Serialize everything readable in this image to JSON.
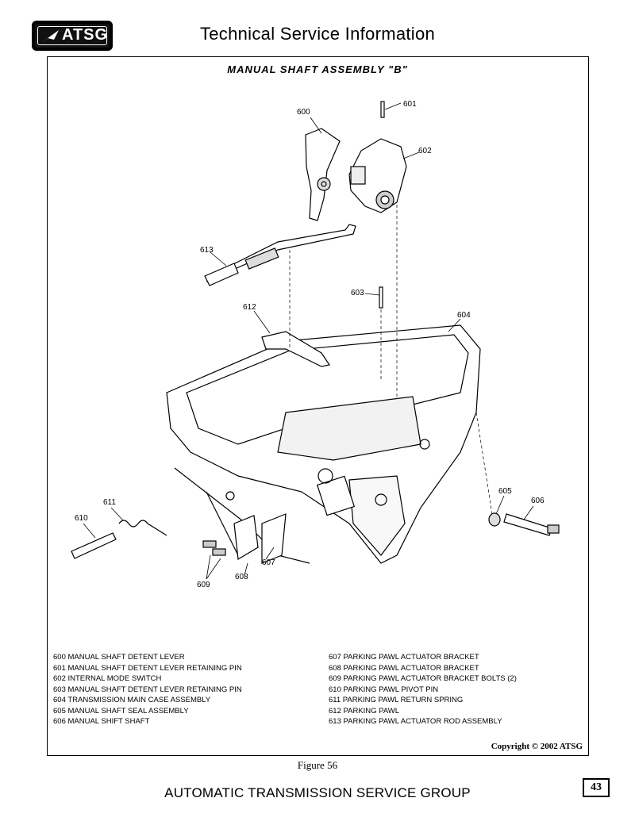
{
  "header": {
    "logo_text": "ATSG",
    "title": "Technical Service Information"
  },
  "figure": {
    "title": "MANUAL SHAFT ASSEMBLY \"B\"",
    "caption": "Figure 56",
    "callouts": [
      "600",
      "601",
      "602",
      "603",
      "604",
      "605",
      "606",
      "607",
      "608",
      "609",
      "610",
      "611",
      "612",
      "613"
    ]
  },
  "legend": {
    "left": [
      "600 MANUAL SHAFT DETENT LEVER",
      "601 MANUAL SHAFT DETENT LEVER RETAINING PIN",
      "602 INTERNAL MODE SWITCH",
      "603 MANUAL SHAFT DETENT LEVER RETAINING PIN",
      "604 TRANSMISSION MAIN CASE ASSEMBLY",
      "605 MANUAL SHAFT SEAL ASSEMBLY",
      "606 MANUAL SHIFT SHAFT"
    ],
    "right": [
      "607 PARKING PAWL ACTUATOR BRACKET",
      "608 PARKING PAWL ACTUATOR BRACKET",
      "609 PARKING PAWL ACTUATOR BRACKET BOLTS (2)",
      "610 PARKING PAWL PIVOT PIN",
      "611 PARKING PAWL RETURN SPRING",
      "612 PARKING PAWL",
      "613 PARKING PAWL ACTUATOR ROD ASSEMBLY"
    ]
  },
  "copyright": "Copyright © 2002 ATSG",
  "footer": "AUTOMATIC TRANSMISSION SERVICE GROUP",
  "page_number": "43"
}
